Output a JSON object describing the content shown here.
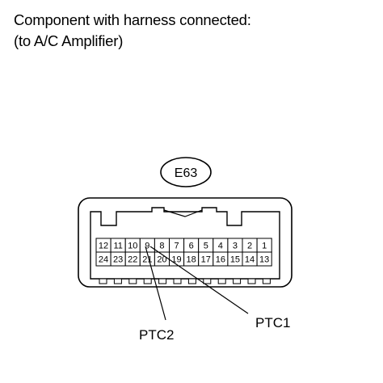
{
  "header": {
    "line1": "Component with harness connected:",
    "line2": "(to A/C Amplifier)"
  },
  "connector": {
    "label": "E63",
    "top_row": [
      "12",
      "11",
      "10",
      "9",
      "8",
      "7",
      "6",
      "5",
      "4",
      "3",
      "2",
      "1"
    ],
    "bottom_row": [
      "24",
      "23",
      "22",
      "21",
      "20",
      "19",
      "18",
      "17",
      "16",
      "15",
      "14",
      "13"
    ]
  },
  "callouts": {
    "ptc1": "PTC1",
    "ptc2": "PTC2"
  }
}
